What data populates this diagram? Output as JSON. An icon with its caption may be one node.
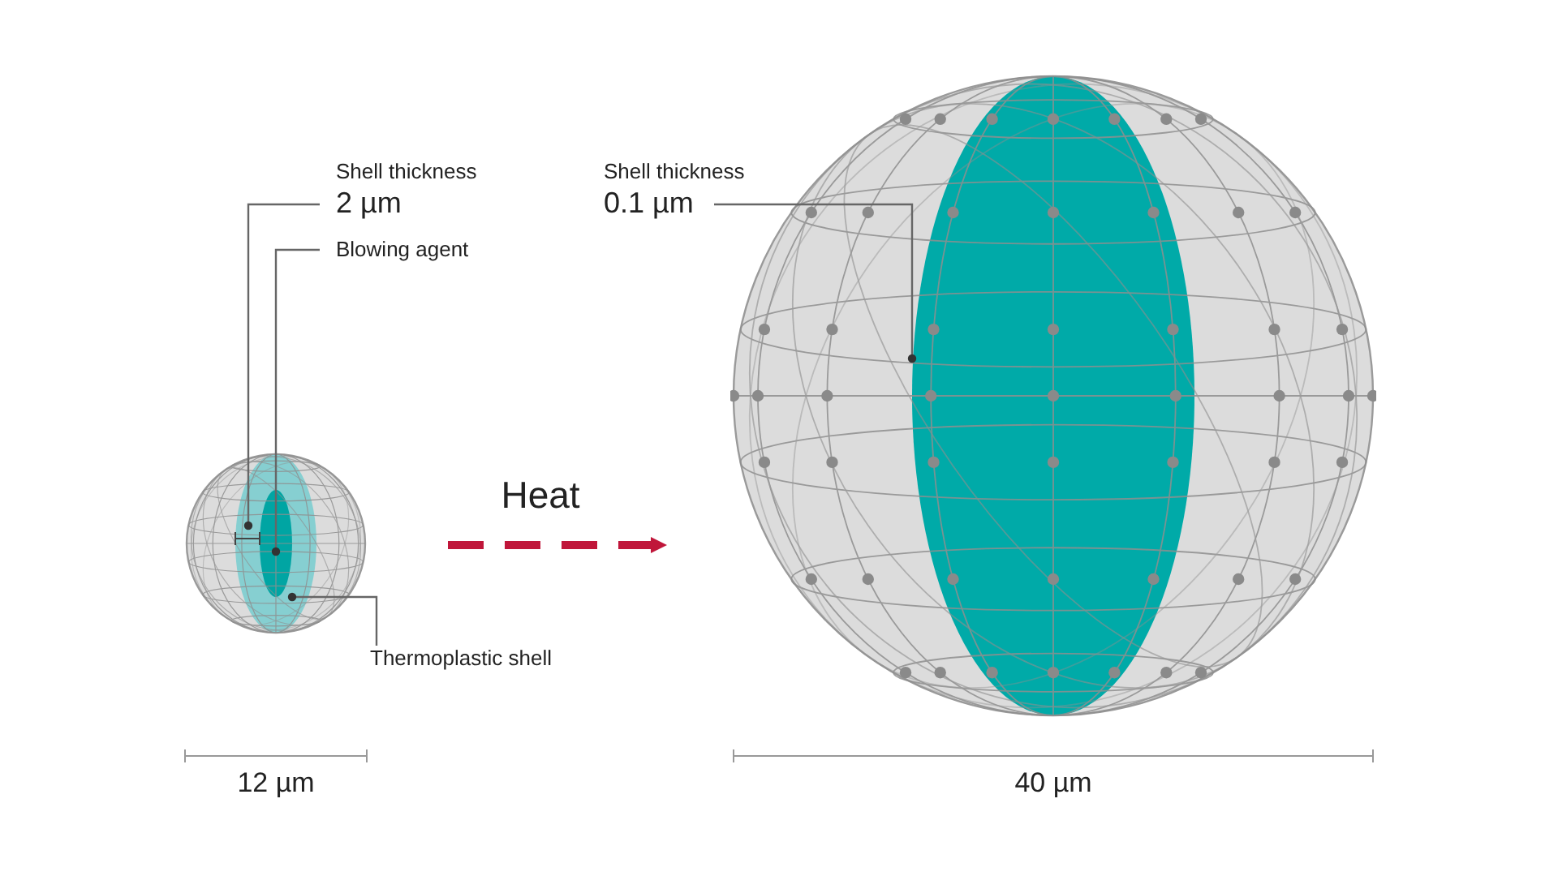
{
  "diagram": {
    "nodes": [
      {
        "text": [
          "Shell thickness",
          "2 µm"
        ]
      },
      {
        "text": [
          "Blowing agent"
        ]
      },
      {
        "text": [
          "Thermoplastic shell"
        ]
      },
      {
        "text": [
          "Shell thickness",
          "0.1 µm"
        ]
      },
      {
        "text": [],
        "shape": "picture"
      },
      {
        "text": [],
        "shape": "picture"
      }
    ],
    "edges": [
      {
        "from": 0,
        "to": 4,
        "arrow": "none"
      },
      {
        "from": 1,
        "to": 4,
        "arrow": "none"
      },
      {
        "from": 2,
        "to": 4,
        "arrow": "none"
      },
      {
        "from": 3,
        "to": 5,
        "arrow": "none"
      },
      {
        "from": 4,
        "to": 5,
        "arrow": "to",
        "label": "Heat",
        "style": "dashed",
        "color": "#c0163a"
      }
    ],
    "labels": [
      "12 µm",
      "40 µm"
    ]
  }
}
